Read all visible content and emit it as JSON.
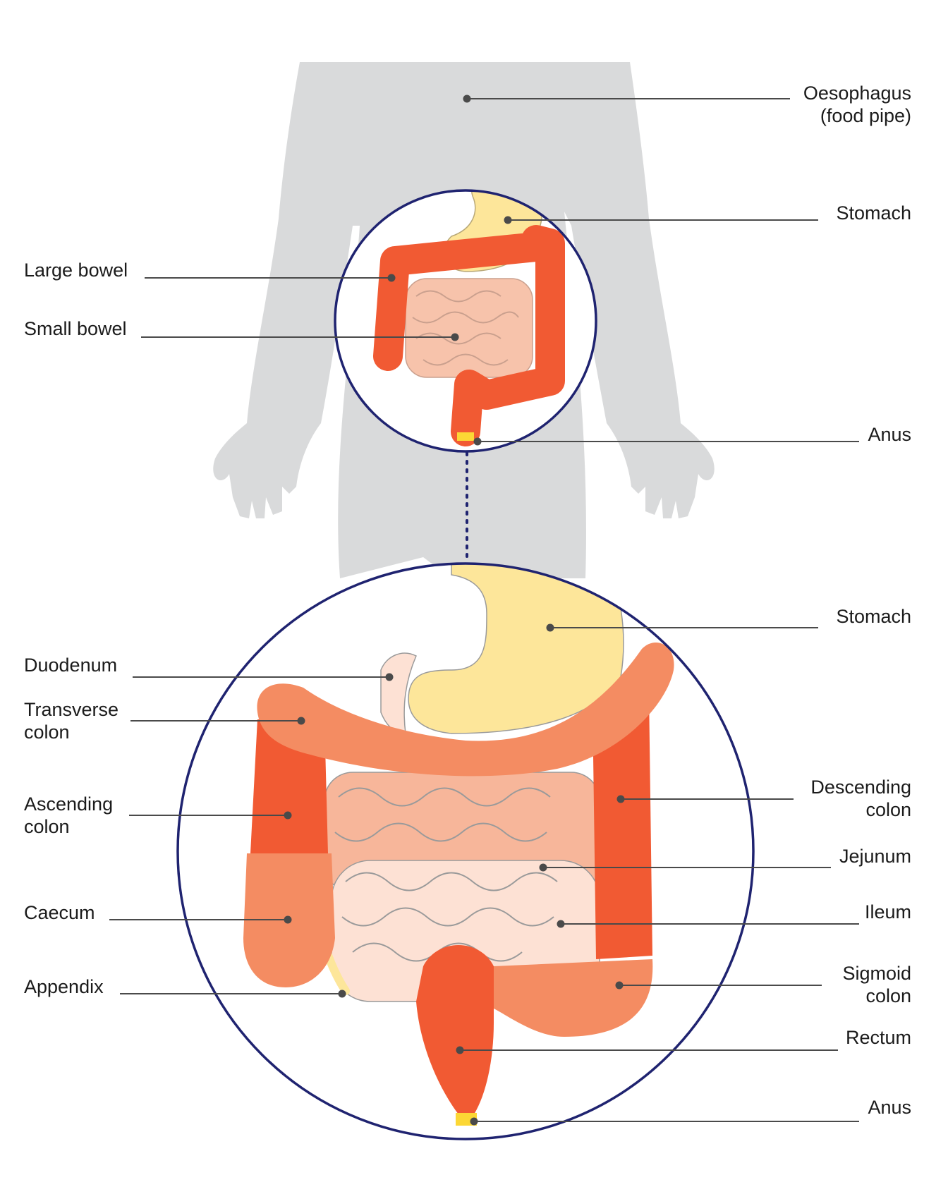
{
  "colors": {
    "body_silhouette": "#d9dadb",
    "circle_outline": "#1f2370",
    "oesophagus_stomach": "#fde69a",
    "large_bowel": "#f15a33",
    "large_bowel_light": "#f48c62",
    "small_bowel_jejunum": "#f7b69a",
    "small_bowel_ileum": "#fde1d4",
    "anus": "#fcd735",
    "leader_line": "#4a4a4a"
  },
  "top_view": {
    "labels": {
      "oesophagus": [
        "Oesophagus",
        "(food pipe)"
      ],
      "stomach": [
        "Stomach"
      ],
      "large_bowel": [
        "Large bowel"
      ],
      "small_bowel": [
        "Small bowel"
      ],
      "anus": [
        "Anus"
      ]
    }
  },
  "detail_view": {
    "labels": {
      "stomach": [
        "Stomach"
      ],
      "duodenum": [
        "Duodenum"
      ],
      "transverse_colon": [
        "Transverse",
        "colon"
      ],
      "ascending_colon": [
        "Ascending",
        "colon"
      ],
      "caecum": [
        "Caecum"
      ],
      "appendix": [
        "Appendix"
      ],
      "descending_colon": [
        "Descending",
        "colon"
      ],
      "jejunum": [
        "Jejunum"
      ],
      "ileum": [
        "Ileum"
      ],
      "sigmoid_colon": [
        "Sigmoid",
        "colon"
      ],
      "rectum": [
        "Rectum"
      ],
      "anus": [
        "Anus"
      ]
    }
  }
}
